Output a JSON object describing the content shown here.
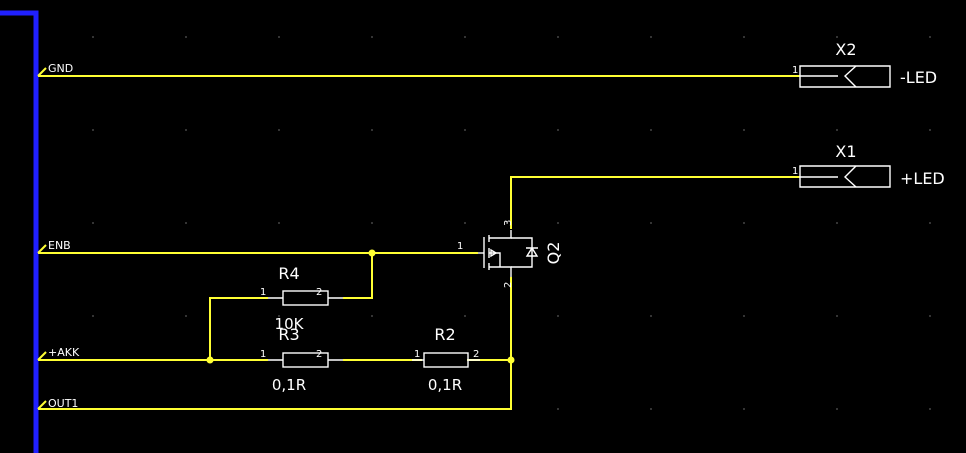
{
  "nets": {
    "gnd": "GND",
    "enb": "ENB",
    "akk": "+AKK",
    "out1": "OUT1"
  },
  "connectors": {
    "x2": {
      "ref": "X2",
      "pin": "1",
      "label": "-LED"
    },
    "x1": {
      "ref": "X1",
      "pin": "1",
      "label": "+LED"
    }
  },
  "resistors": {
    "r4": {
      "ref": "R4",
      "value": "10K",
      "pin1": "1",
      "pin2": "2"
    },
    "r3": {
      "ref": "R3",
      "value": "0,1R",
      "pin1": "1",
      "pin2": "2"
    },
    "r2": {
      "ref": "R2",
      "value": "0,1R",
      "pin1": "1",
      "pin2": "2"
    }
  },
  "transistor": {
    "ref": "Q2",
    "pin_gate": "1",
    "pin_drain": "3",
    "pin_source": "2"
  },
  "colors": {
    "background": "#000000",
    "wire": "#ffff33",
    "bus": "#2020ff",
    "component": "#ffffff",
    "grid": "#5a5a5a"
  }
}
